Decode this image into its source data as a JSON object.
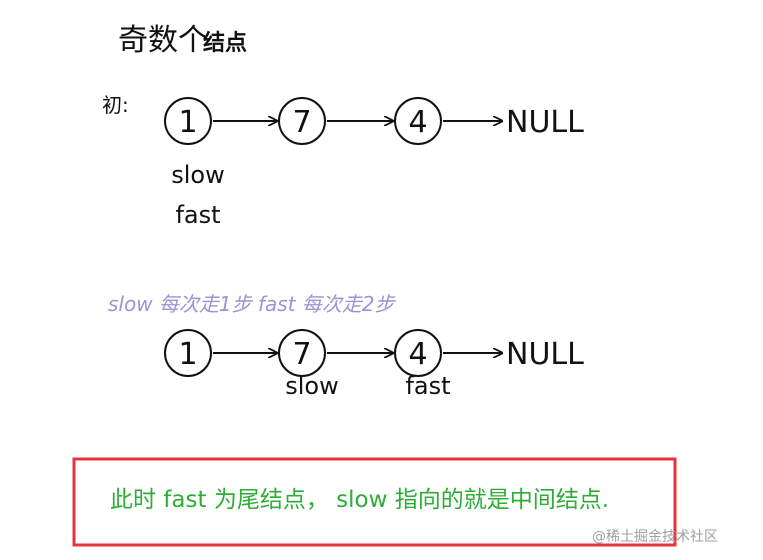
{
  "title": {
    "prefix": "奇数个",
    "suffix": "结点"
  },
  "initial_label": "初:",
  "rows": [
    {
      "nodes": [
        "1",
        "7",
        "4"
      ],
      "terminal": "NULL",
      "pointers": [
        {
          "text": "slow",
          "node_index": 0,
          "line": 0
        },
        {
          "text": "fast",
          "node_index": 0,
          "line": 1
        }
      ]
    },
    {
      "nodes": [
        "1",
        "7",
        "4"
      ],
      "terminal": "NULL",
      "pointers": [
        {
          "text": "slow",
          "node_index": 1,
          "line": 0
        },
        {
          "text": "fast",
          "node_index": 2,
          "line": 0
        }
      ]
    }
  ],
  "step_note": "slow 每次走1步   fast 每次走2步",
  "conclusion": "此时 fast 为尾结点，   slow 指向的就是中间结点.",
  "watermark": "@稀土掘金技术社区",
  "colors": {
    "ink": "#111111",
    "note": "#9b93d4",
    "conclusion_text": "#2cae35",
    "conclusion_border": "#e5343b",
    "watermark": "#a0a0a0"
  }
}
